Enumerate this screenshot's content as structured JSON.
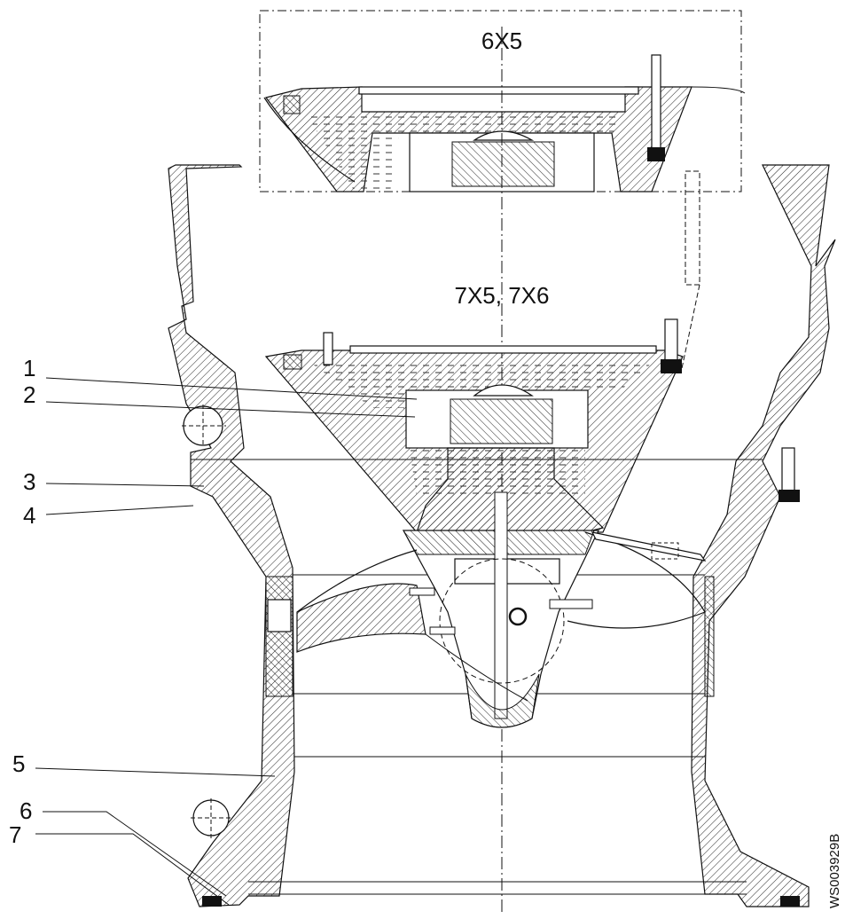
{
  "figure": {
    "variant_labels": [
      "6X5",
      "7X5, 7X6"
    ],
    "callouts": [
      "1",
      "2",
      "3",
      "4",
      "5",
      "6",
      "7"
    ],
    "drawing_code": "WS003929B",
    "line_color": "#111111",
    "background": "#ffffff"
  }
}
